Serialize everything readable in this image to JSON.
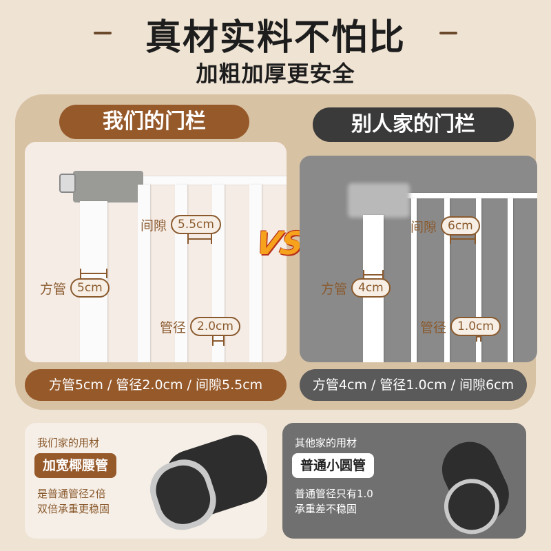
{
  "header": {
    "title": "真材实料不怕比",
    "subtitle": "加粗加厚更安全"
  },
  "ours": {
    "label": "我们的门栏",
    "gap_label": "间隙",
    "gap_value": "5.5cm",
    "tube_label": "方管",
    "tube_value": "5cm",
    "diameter_label": "管径",
    "diameter_value": "2.0cm",
    "summary": "方管5cm / 管径2.0cm / 间隙5.5cm",
    "material_heading": "我们家的用材",
    "material_tag": "加宽椰腰管",
    "material_desc_1": "是普通管径2倍",
    "material_desc_2": "双倍承重更稳固"
  },
  "vs_text": "VS",
  "theirs": {
    "label": "别人家的门栏",
    "gap_label": "间隙",
    "gap_value": "6cm",
    "tube_label": "方管",
    "tube_value": "4cm",
    "diameter_label": "管径",
    "diameter_value": "1.0cm",
    "summary": "方管4cm / 管径1.0cm / 间隙6cm",
    "material_heading": "其他家的用材",
    "material_tag": "普通小圆管",
    "material_desc_1": "普通管径只有1.0",
    "material_desc_2": "承重差不稳固"
  },
  "colors": {
    "background": "#efe3d3",
    "panel": "#d8c2a4",
    "brand_brown": "#96592a",
    "dark_gray": "#3a3a3a",
    "vs_orange": "#f6a21c"
  }
}
